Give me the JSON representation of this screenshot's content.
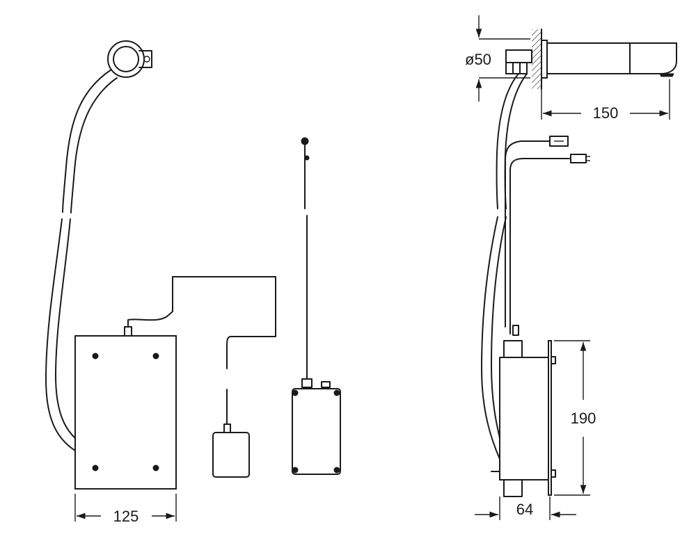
{
  "dimensions": {
    "diameter": "ø50",
    "spout_length": "150",
    "box_height": "190",
    "box_depth": "64",
    "box_width": "125"
  },
  "colors": {
    "line": "#1a1a1a",
    "background": "#ffffff"
  }
}
